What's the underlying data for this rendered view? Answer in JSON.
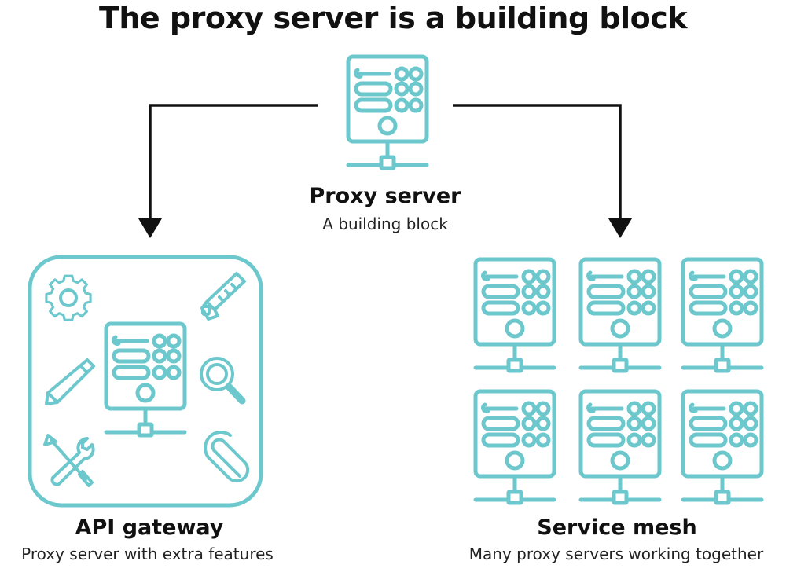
{
  "title": "The proxy server is a building block",
  "colors": {
    "accent": "#6cc8cc",
    "arrow": "#111111",
    "text": "#111111"
  },
  "proxy": {
    "label": "Proxy server",
    "sublabel": "A building block"
  },
  "gateway": {
    "label": "API gateway",
    "sublabel": "Proxy server with extra features",
    "feature_icons": [
      "gear-icon",
      "saw-icon",
      "pencil-icon",
      "magnifier-icon",
      "tools-icon",
      "paperclip-icon"
    ]
  },
  "mesh": {
    "label": "Service mesh",
    "sublabel": "Many proxy servers working together",
    "server_count": 6
  }
}
